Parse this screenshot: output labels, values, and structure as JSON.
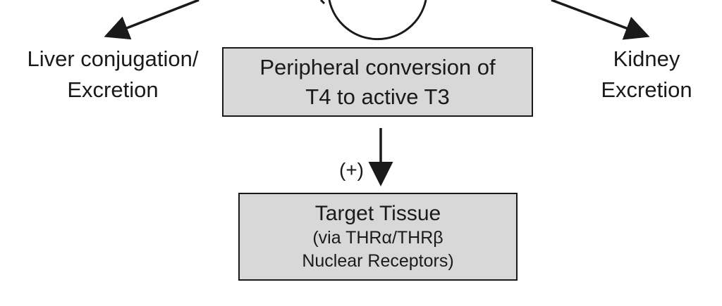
{
  "left_label": {
    "line1": "Liver conjugation/",
    "line2": "Excretion"
  },
  "right_label": {
    "line1": "Kidney",
    "line2": "Excretion"
  },
  "conversion_box": {
    "line1": "Peripheral conversion of",
    "line2": "T4 to active T3"
  },
  "effect_sign": "(+)",
  "target_box": {
    "title": "Target Tissue",
    "line1": "(via THRα/THRβ",
    "line2": "Nuclear Receptors)"
  },
  "colors": {
    "box_fill": "#d8d8d8",
    "stroke": "#1a1a1a",
    "background": "#ffffff"
  }
}
